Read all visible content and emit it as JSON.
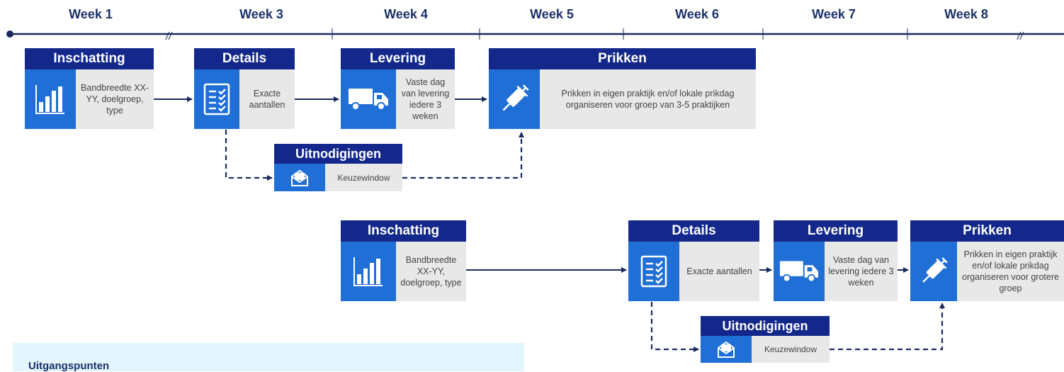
{
  "weeks": [
    "Week 1",
    "Week 3",
    "Week 4",
    "Week 5",
    "Week 6",
    "Week 7",
    "Week 8"
  ],
  "row1": {
    "inschatting": {
      "title": "Inschatting",
      "text": "Bandbreedte XX-YY, doelgroep, type",
      "icon": "bar-chart-icon"
    },
    "details": {
      "title": "Details",
      "text": "Exacte aantallen",
      "icon": "checklist-icon"
    },
    "levering": {
      "title": "Levering",
      "text": "Vaste dag van levering iedere 3 weken",
      "icon": "truck-icon"
    },
    "prikken": {
      "title": "Prikken",
      "text": "Prikken in eigen praktijk en/of lokale prikdag organiseren voor groep van 3-5 praktijken",
      "icon": "syringe-icon"
    },
    "uitnodigingen": {
      "title": "Uitnodigingen",
      "text": "Keuzewindow",
      "icon": "envelope-icon"
    }
  },
  "row2": {
    "inschatting": {
      "title": "Inschatting",
      "text": "Bandbreedte XX-YY, doelgroep, type",
      "icon": "bar-chart-icon"
    },
    "details": {
      "title": "Details",
      "text": "Exacte aantallen",
      "icon": "checklist-icon"
    },
    "levering": {
      "title": "Levering",
      "text": "Vaste dag van levering iedere 3 weken",
      "icon": "truck-icon"
    },
    "prikken": {
      "title": "Prikken",
      "text": "Prikken in eigen praktijk en/of lokale prikdag organiseren voor grotere groep",
      "icon": "syringe-icon"
    },
    "uitnodigingen": {
      "title": "Uitnodigingen",
      "text": "Keuzewindow",
      "icon": "envelope-icon"
    }
  },
  "note": {
    "title": "Uitgangspunten"
  },
  "colors": {
    "header": "#13288a",
    "icon_bg": "#1f6fd6",
    "text_bg": "#e8e8e8",
    "line": "#1a2a5e",
    "note_bg": "#e4f6fd"
  }
}
